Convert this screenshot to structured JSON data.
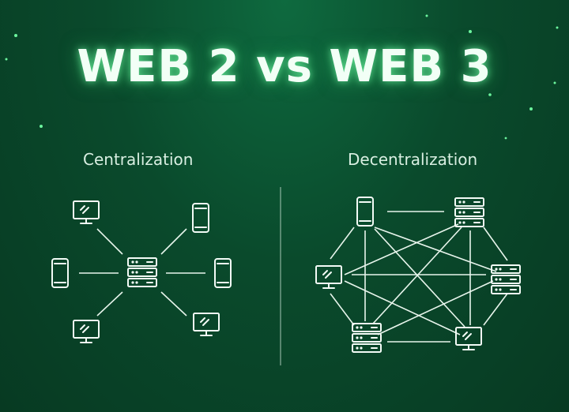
{
  "title": "WEB 2 vs WEB 3",
  "left": {
    "heading": "Centralization"
  },
  "right": {
    "heading": "Decentralization"
  },
  "colors": {
    "accent": "#6cf59e",
    "background": "#0a4a2c",
    "stroke": "#f3fbf6"
  },
  "icons": [
    "monitor-icon",
    "phone-icon",
    "server-icon"
  ]
}
